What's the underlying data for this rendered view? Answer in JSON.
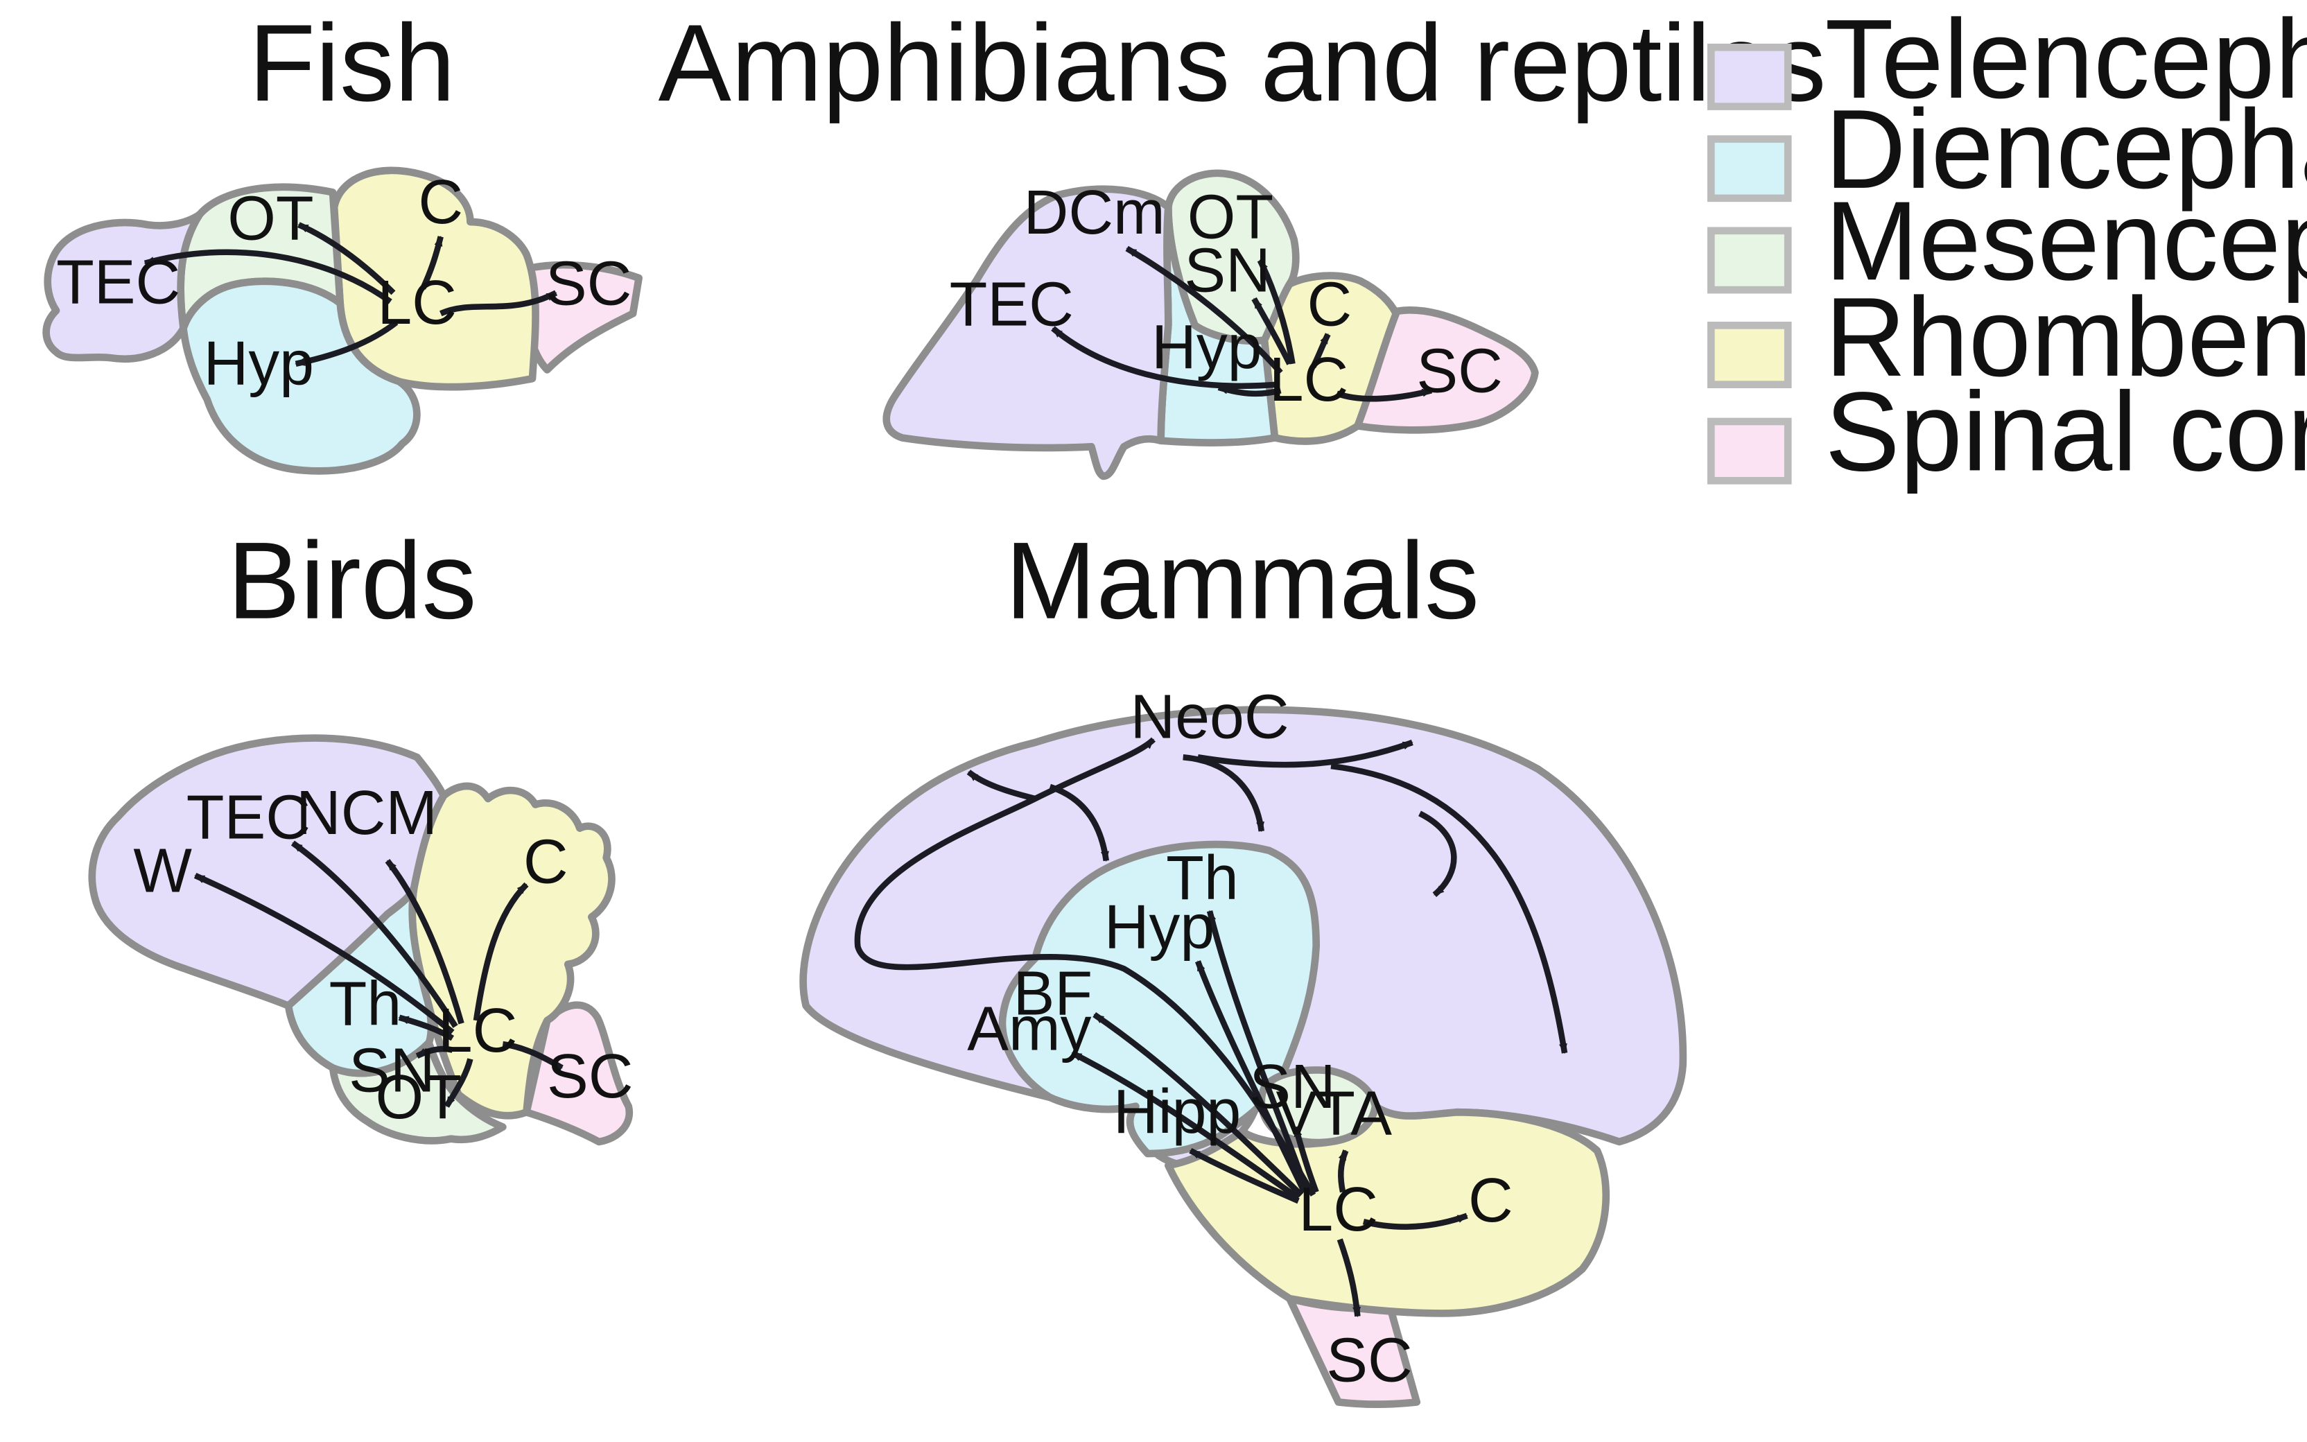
{
  "legend": [
    {
      "label": "Telencephalon",
      "color": "#e5defb"
    },
    {
      "label": "Diencephalon",
      "color": "#d4f3f9"
    },
    {
      "label": "Mesencephalon",
      "color": "#e7f6e4"
    },
    {
      "label": "Rhombencephalon",
      "color": "#f7f6c7"
    },
    {
      "label": "Spinal cord",
      "color": "#fbe3f3"
    }
  ],
  "panels": {
    "fish": {
      "title": "Fish",
      "labels": {
        "ot": "OT",
        "c": "C",
        "tec": "TEC",
        "lc": "LC",
        "sc": "SC",
        "hyp": "Hyp"
      }
    },
    "amphibians": {
      "title": "Amphibians and reptiles",
      "labels": {
        "dcm": "DCm",
        "ot": "OT",
        "sn": "SN",
        "tec": "TEC",
        "c": "C",
        "hyp": "Hyp",
        "lc": "LC",
        "sc": "SC"
      }
    },
    "birds": {
      "title": "Birds",
      "labels": {
        "tec": "TEC",
        "ncm": "NCM",
        "w": "W",
        "c": "C",
        "th": "Th",
        "lc": "LC",
        "sn": "SN",
        "ot": "OT",
        "sc": "SC"
      }
    },
    "mammals": {
      "title": "Mammals",
      "labels": {
        "neoc": "NeoC",
        "th": "Th",
        "hyp": "Hyp",
        "bf": "BF",
        "amy": "Amy",
        "sn": "SN",
        "hipp": "Hipp",
        "vta": "VTA",
        "lc": "LC",
        "c": "C",
        "sc": "SC"
      }
    }
  }
}
